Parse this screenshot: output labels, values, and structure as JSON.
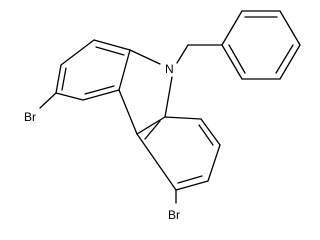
{
  "molecule": {
    "atoms": {
      "nitrogen": "N",
      "bromine_left": "Br",
      "bromine_bottom": "Br"
    }
  },
  "colors": {
    "bond": "#000000",
    "background": "#ffffff"
  }
}
